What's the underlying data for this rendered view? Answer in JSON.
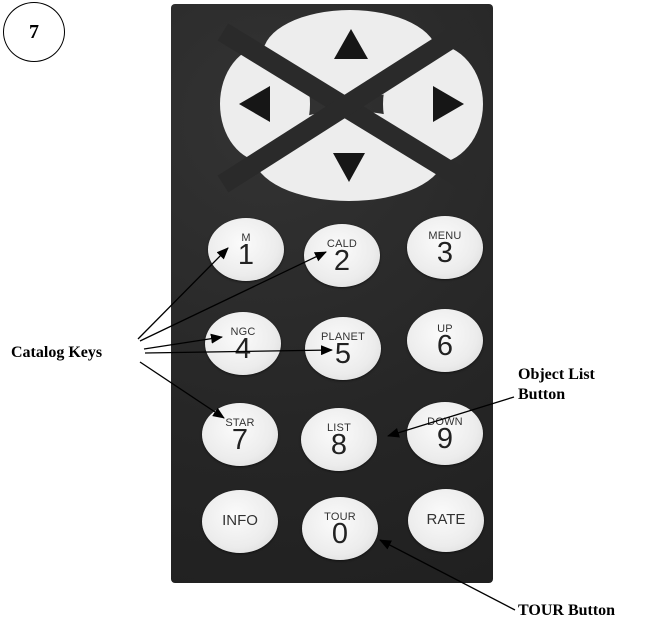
{
  "badge": "7",
  "dpad": {
    "up_icon": "up-arrow-icon",
    "down_icon": "down-arrow-icon",
    "left_icon": "left-arrow-icon",
    "right_icon": "right-arrow-icon"
  },
  "keys": {
    "k1": {
      "sub": "M",
      "num": "1"
    },
    "k2": {
      "sub": "CALD",
      "num": "2"
    },
    "k3": {
      "sub": "MENU",
      "num": "3"
    },
    "k4": {
      "sub": "NGC",
      "num": "4"
    },
    "k5": {
      "sub": "PLANET",
      "num": "5"
    },
    "k6": {
      "sub": "UP",
      "num": "6"
    },
    "k7": {
      "sub": "STAR",
      "num": "7"
    },
    "k8": {
      "sub": "LIST",
      "num": "8"
    },
    "k9": {
      "sub": "DOWN",
      "num": "9"
    },
    "info": "INFO",
    "k0": {
      "sub": "TOUR",
      "num": "0"
    },
    "rate": "RATE"
  },
  "labels": {
    "catalog": "Catalog  Keys",
    "object_list_line1": "Object List",
    "object_list_line2": "Button",
    "tour": "TOUR Button"
  },
  "colors": {
    "keypad": "#2a2a2a",
    "key": "#ececec",
    "arrow": "#1a1a1a"
  }
}
